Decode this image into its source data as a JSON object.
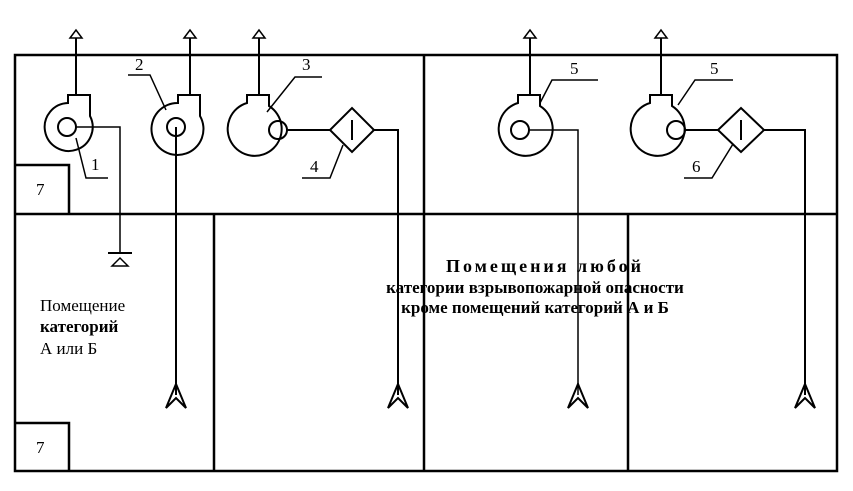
{
  "callouts": {
    "c1": "1",
    "c2": "2",
    "c3": "3",
    "c4": "4",
    "c5a": "5",
    "c5b": "5",
    "c6": "6",
    "box7_top": "7",
    "box7_bottom": "7"
  },
  "rooms": {
    "left": [
      "Помещение",
      "категорий",
      "А или Б"
    ],
    "any": [
      "Помещения любой",
      "категории взрывопожарной опасности",
      "кроме помещений категорий А и Б"
    ]
  }
}
